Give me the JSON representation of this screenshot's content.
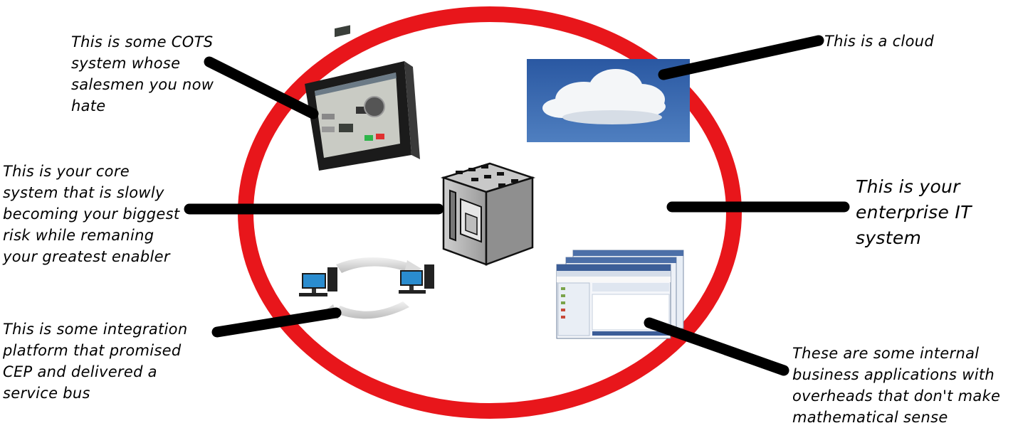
{
  "annotations": {
    "cots": "This is some COTS\nsystem whose\nsalesmen you now\nhate",
    "cloud": "This is a cloud",
    "core": "This is your core\nsystem that is slowly\nbecoming your biggest\nrisk while remaning\nyour greatest enabler",
    "enterprise": "This is your\nenterprise IT\nsystem",
    "integration": "This is some integration\nplatform that promised\nCEP and delivered a\nservice bus",
    "internal": "These are some internal\nbusiness applications with\noverheads that don't make\nmathematical sense"
  },
  "colors": {
    "ellipse": "#e8161b",
    "pointer": "#000000",
    "sky": "#2e5fa8",
    "tablet_screen": "#c9cbc4"
  },
  "icons": {
    "tablet": "touch-panel-tablet",
    "cloud": "cloud-photo",
    "server": "server-tower",
    "integration": "computers-sync-arrows",
    "apps": "business-app-windows"
  }
}
